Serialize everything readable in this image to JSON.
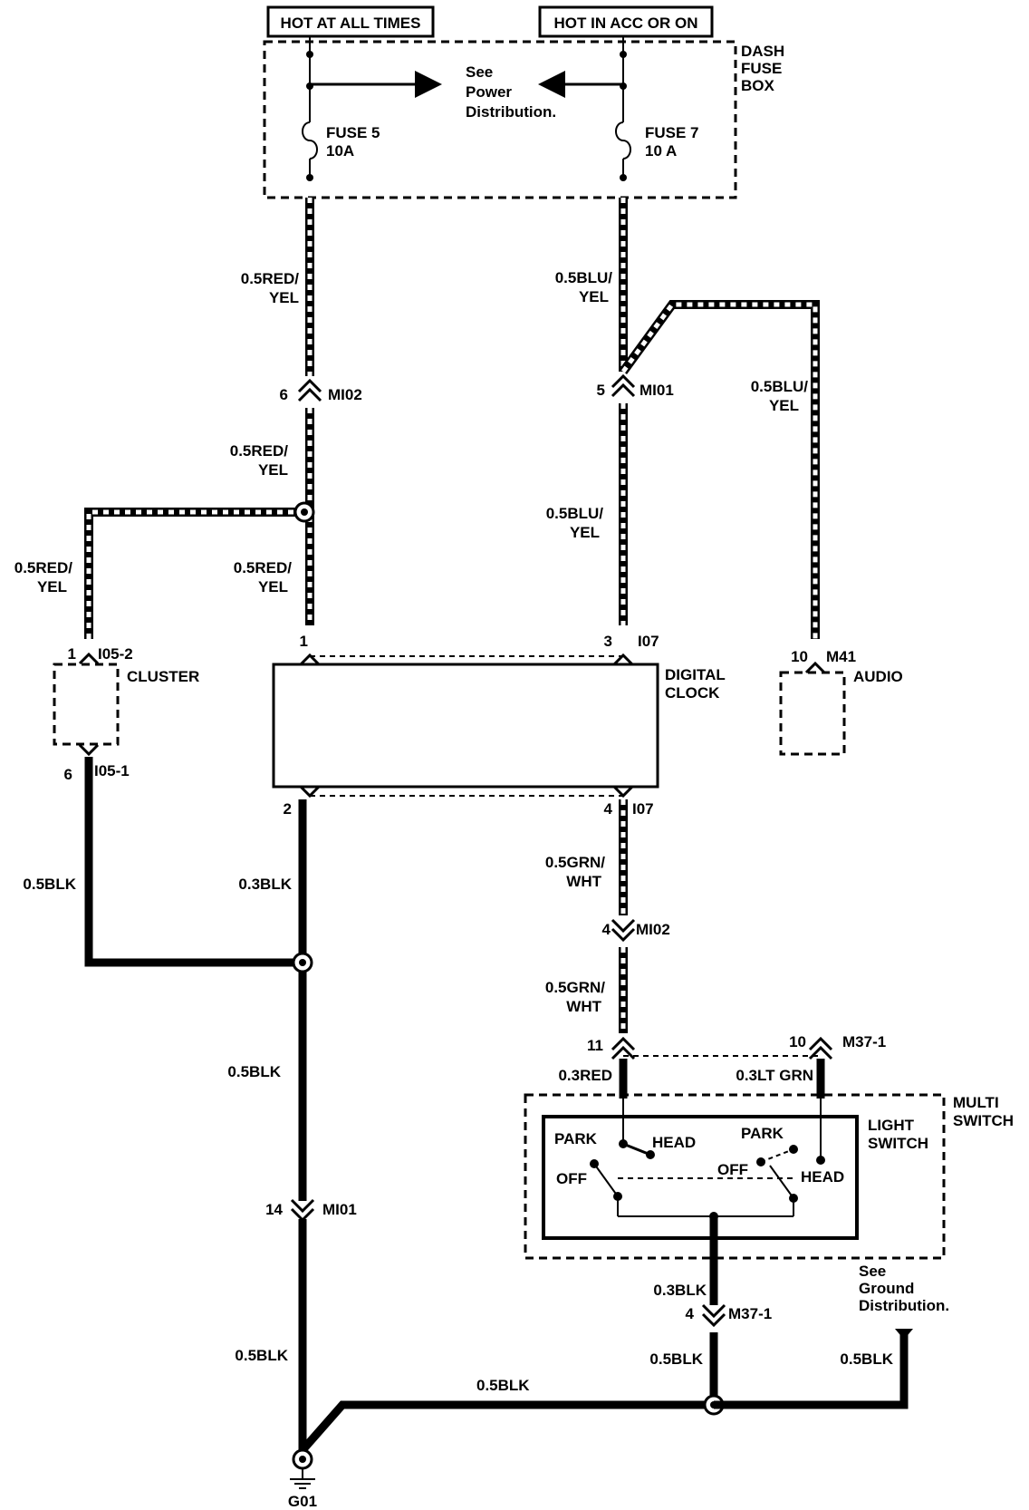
{
  "power": {
    "hot_at_all_times": "HOT AT ALL TIMES",
    "hot_in_acc": "HOT IN ACC OR ON"
  },
  "fuse_box": {
    "name_line1": "DASH",
    "name_line2": "FUSE",
    "name_line3": "BOX",
    "see_line1": "See",
    "see_line2": "Power",
    "see_line3": "Distribution.",
    "fuse5_name": "FUSE 5",
    "fuse5_rating": "10A",
    "fuse7_name": "FUSE 7",
    "fuse7_rating": "10 A"
  },
  "wires": {
    "red_yel_1a": "0.5RED/",
    "red_yel_1b": "YEL",
    "red_yel_2a": "0.5RED/",
    "red_yel_2b": "YEL",
    "red_yel_3a": "0.5RED/",
    "red_yel_3b": "YEL",
    "red_yel_4a": "0.5RED/",
    "red_yel_4b": "YEL",
    "blu_yel_1a": "0.5BLU/",
    "blu_yel_1b": "YEL",
    "blu_yel_2a": "0.5BLU/",
    "blu_yel_2b": "YEL",
    "blu_yel_3a": "0.5BLU/",
    "blu_yel_3b": "YEL",
    "blk_cluster": "0.5BLK",
    "blk_clock": "0.3BLK",
    "blk_mid": "0.5BLK",
    "blk_low": "0.5BLK",
    "blk_ground_run": "0.5BLK",
    "blk_switch_a": "0.3BLK",
    "blk_switch_b": "0.5BLK",
    "blk_right": "0.5BLK",
    "grn_wht_1a": "0.5GRN/",
    "grn_wht_1b": "WHT",
    "grn_wht_2a": "0.5GRN/",
    "grn_wht_2b": "WHT",
    "red_03": "0.3RED",
    "lt_grn": "0.3LT GRN"
  },
  "connectors": {
    "mi02_top_pin": "6",
    "mi02_top_name": "MI02",
    "mi01_top_pin": "5",
    "mi01_top_name": "MI01",
    "i05_2_pin": "1",
    "i05_2_name": "I05-2",
    "i05_1_pin": "6",
    "i05_1_name": "I05-1",
    "clock_pin1": "1",
    "clock_pin3": "3",
    "i07_top": "I07",
    "clock_pin2": "2",
    "clock_pin4": "4",
    "i07_bottom": "I07",
    "m41_pin": "10",
    "m41_name": "M41",
    "mi02_low_pin": "4",
    "mi02_low_name": "MI02",
    "m37_pin11": "11",
    "m37_pin10": "10",
    "m37_name": "M37-1",
    "mi01_low_pin": "14",
    "mi01_low_name": "MI01",
    "m37_pin4": "4",
    "m37_low_name": "M37-1"
  },
  "components": {
    "cluster": "CLUSTER",
    "clock_line1": "DIGITAL",
    "clock_line2": "CLOCK",
    "audio": "AUDIO",
    "multi_line1": "MULTI",
    "multi_line2": "SWITCH",
    "light_line1": "LIGHT",
    "light_line2": "SWITCH",
    "park_left": "PARK",
    "head_left": "HEAD",
    "off_left": "OFF",
    "park_right": "PARK",
    "off_right": "OFF",
    "head_right": "HEAD",
    "ground_see1": "See",
    "ground_see2": "Ground",
    "ground_see3": "Distribution.",
    "ground_name": "G01"
  }
}
